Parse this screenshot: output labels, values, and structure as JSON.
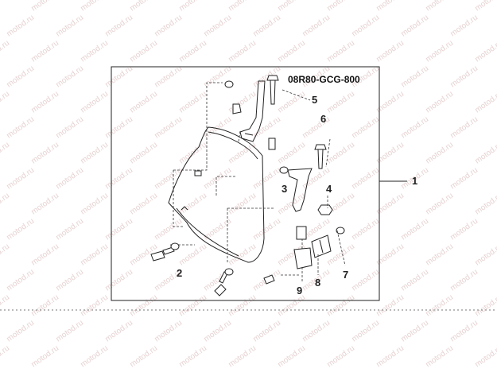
{
  "diagram": {
    "part_code": "08R80-GCG-800",
    "watermark": "motod.ru",
    "callouts": [
      {
        "id": "1",
        "label": "1"
      },
      {
        "id": "2",
        "label": "2"
      },
      {
        "id": "3",
        "label": "3"
      },
      {
        "id": "4",
        "label": "4"
      },
      {
        "id": "5",
        "label": "5"
      },
      {
        "id": "6",
        "label": "6"
      },
      {
        "id": "7",
        "label": "7"
      },
      {
        "id": "8",
        "label": "8"
      },
      {
        "id": "9",
        "label": "9"
      }
    ],
    "colors": {
      "line": "#222222",
      "watermark": "#e7d2d2",
      "background": "#ffffff"
    }
  }
}
